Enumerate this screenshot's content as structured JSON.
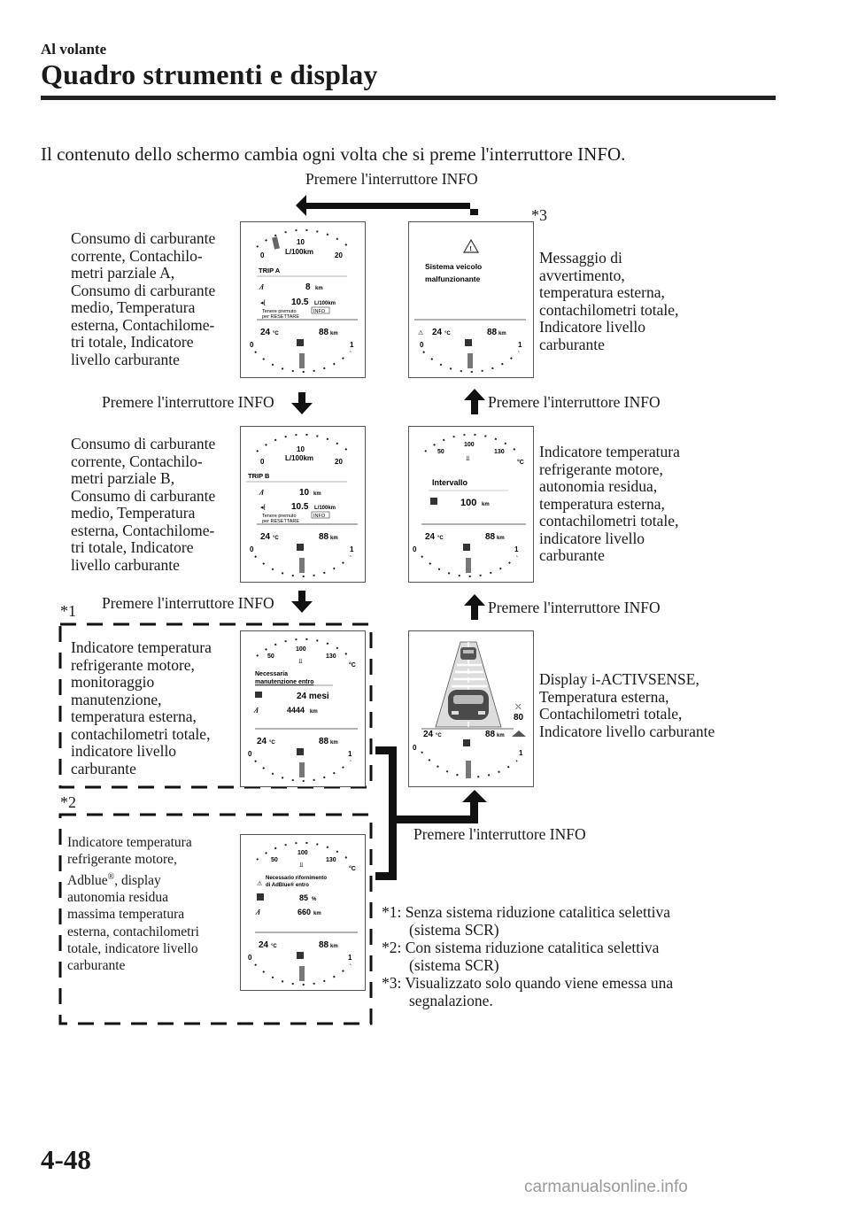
{
  "header": {
    "section": "Al volante",
    "title": "Quadro strumenti e display"
  },
  "intro": "Il contenuto dello schermo cambia ogni volta che si preme l'interruttore INFO.",
  "press_label": "Premere l'interruttore INFO",
  "markers": {
    "m1": "*1",
    "m2": "*2",
    "m3": "*3"
  },
  "captions": {
    "trip_a": [
      "Consumo di carburante",
      "corrente, Contachilo-",
      "metri parziale A,",
      "Consumo di carburante",
      "medio, Temperatura",
      "esterna, Contachilome-",
      "tri totale, Indicatore",
      "livello carburante"
    ],
    "trip_b": [
      "Consumo di carburante",
      "corrente, Contachilo-",
      "metri parziale B,",
      "Consumo di carburante",
      "medio, Temperatura",
      "esterna, Contachilome-",
      "tri totale, Indicatore",
      "livello carburante"
    ],
    "maint": [
      "Indicatore temperatura",
      "refrigerante motore,",
      "monitoraggio",
      "manutenzione,",
      "temperatura esterna,",
      "contachilometri totale,",
      "indicatore livello",
      "carburante"
    ],
    "adblue": {
      "lines_before": [
        "Indicatore temperatura",
        "refrigerante motore,"
      ],
      "adblue_word": "Adblue",
      "reg": "®",
      "adblue_rest": ", display",
      "lines_after": [
        "autonomia residua",
        "massima temperatura",
        "esterna, contachilometri",
        "totale, indicatore livello",
        "carburante"
      ]
    },
    "warning": [
      "Messaggio di",
      "avvertimento,",
      "temperatura esterna,",
      "contachilometri totale,",
      "Indicatore livello",
      "carburante"
    ],
    "interval": [
      "Indicatore temperatura",
      "refrigerante motore,",
      "autonomia residua,",
      "temperatura esterna,",
      "contachilometri totale,",
      "indicatore livello",
      "carburante"
    ],
    "activsense": [
      "Display i-ACTIVSENSE,",
      "Temperatura esterna,",
      "Contachilometri totale,",
      "Indicatore livello carburante"
    ]
  },
  "panels": {
    "trip_a": {
      "gauge_min": "0",
      "gauge_mid": "10",
      "gauge_max": "20",
      "gauge_unit": "L/100km",
      "trip": "TRIP A",
      "dist": "8",
      "dist_unit": "km",
      "avg": "10.5",
      "avg_unit": "L/100km",
      "reset1": "Tenere premuto",
      "reset2": "per RESETTARE",
      "info": "INFO",
      "temp": "24",
      "temp_unit": "°C",
      "odo": "88",
      "odo_unit": "km",
      "fuel_min": "0",
      "fuel_max": "1"
    },
    "trip_b": {
      "gauge_min": "0",
      "gauge_mid": "10",
      "gauge_max": "20",
      "gauge_unit": "L/100km",
      "trip": "TRIP B",
      "dist": "10",
      "dist_unit": "km",
      "avg": "10.5",
      "avg_unit": "L/100km",
      "reset1": "Tenere premuto",
      "reset2": "per RESETTARE",
      "info": "INFO",
      "temp": "24",
      "temp_unit": "°C",
      "odo": "88",
      "odo_unit": "km",
      "fuel_min": "0",
      "fuel_max": "1"
    },
    "maint": {
      "t50": "50",
      "t100": "100",
      "t130": "130",
      "tunit": "°C",
      "msg1": "Necessaria",
      "msg2": "manutenzione entro",
      "months": "24 mesi",
      "km": "4444",
      "km_unit": "km",
      "temp": "24",
      "temp_unit": "°C",
      "odo": "88",
      "odo_unit": "km",
      "fuel_min": "0",
      "fuel_max": "1"
    },
    "adblue": {
      "t50": "50",
      "t100": "100",
      "t130": "130",
      "tunit": "°C",
      "msg1": "Necessario rifornimento",
      "msg2": "di AdBlue® entro",
      "pct": "85",
      "pct_unit": "%",
      "km": "660",
      "km_unit": "km",
      "temp": "24",
      "temp_unit": "°C",
      "odo": "88",
      "odo_unit": "km",
      "fuel_min": "0",
      "fuel_max": "1"
    },
    "warning": {
      "msg1": "Sistema veicolo",
      "msg2": "malfunzionante",
      "temp": "24",
      "temp_unit": "°C",
      "odo": "88",
      "odo_unit": "km",
      "fuel_min": "0",
      "fuel_max": "1"
    },
    "interval": {
      "t50": "50",
      "t100": "100",
      "t130": "130",
      "tunit": "°C",
      "label": "Intervallo",
      "range": "100",
      "range_unit": "km",
      "temp": "24",
      "temp_unit": "°C",
      "odo": "88",
      "odo_unit": "km",
      "fuel_min": "0",
      "fuel_max": "1"
    },
    "activsense": {
      "speed": "80",
      "temp": "24",
      "temp_unit": "°C",
      "odo": "88",
      "odo_unit": "km",
      "fuel_min": "0",
      "fuel_max": "1"
    }
  },
  "footnotes": [
    [
      "*1: Senza sistema riduzione catalitica selettiva",
      "(sistema SCR)"
    ],
    [
      "*2: Con sistema riduzione catalitica selettiva",
      "(sistema SCR)"
    ],
    [
      "*3: Visualizzato solo quando viene emessa una",
      "segnalazione."
    ]
  ],
  "page_number": "4-48",
  "watermark": "carmanualsonline.info"
}
